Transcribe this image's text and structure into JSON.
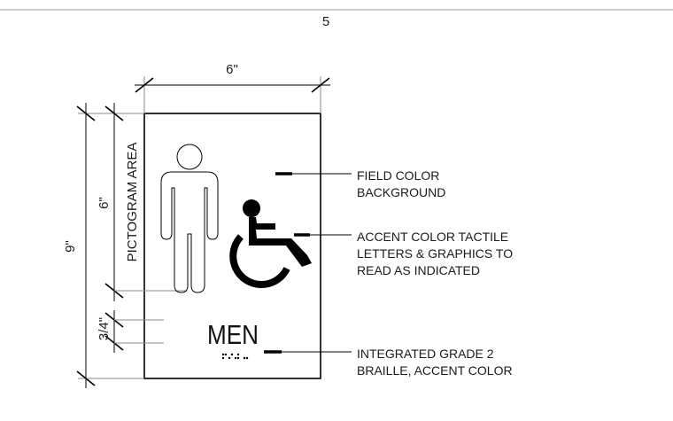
{
  "page_number": "5",
  "dimensions": {
    "width": "6\"",
    "height": "9\"",
    "pictogram_height": "6\"",
    "text_zone": "3/4\""
  },
  "pictogram_area_label": "PICTOGRAM AREA",
  "sign_text": "MEN",
  "callouts": {
    "field": [
      "FIELD COLOR",
      "BACKGROUND"
    ],
    "accent": [
      "ACCENT COLOR TACTILE",
      "LETTERS & GRAPHICS TO",
      "READ AS INDICATED"
    ],
    "braille": [
      "INTEGRATED GRADE 2",
      "BRAILLE, ACCENT COLOR"
    ]
  },
  "icons": {
    "figure": "man-figure-icon",
    "accessibility": "wheelchair-icon",
    "braille": "braille-dots-icon"
  },
  "colors": {
    "line": "#000000",
    "extension": "#8a8a8a",
    "rule": "#b0b0b0"
  }
}
